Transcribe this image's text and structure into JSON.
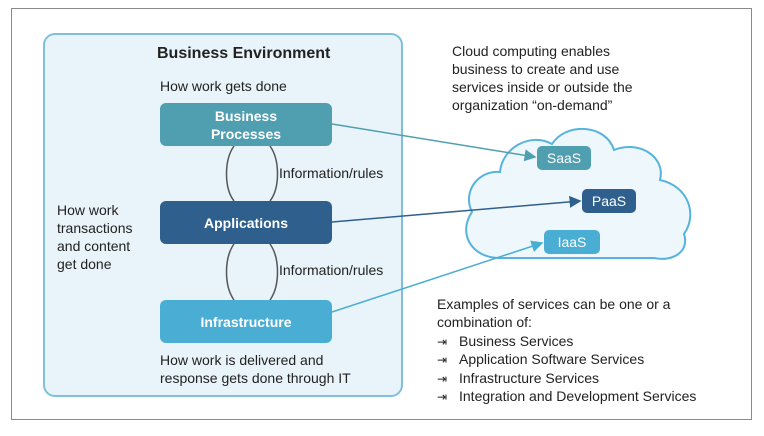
{
  "environment": {
    "title": "Business Environment",
    "top_caption": "How work gets done",
    "side_caption": [
      "How work",
      "transactions",
      "and content",
      "get done"
    ],
    "bottom_caption": [
      "How work is delivered and",
      "response gets done through IT"
    ],
    "connector_label_1": "Information/rules",
    "connector_label_2": "Information/rules"
  },
  "layers": {
    "business_processes": [
      "Business",
      "Processes"
    ],
    "applications": "Applications",
    "infrastructure": "Infrastructure"
  },
  "cloud": {
    "intro": [
      "Cloud computing enables",
      "business to create and use",
      "services inside or outside the",
      "organization “on-demand”"
    ],
    "services": {
      "saas": "SaaS",
      "paas": "PaaS",
      "iaas": "IaaS"
    }
  },
  "examples": {
    "intro": [
      "Examples of services can be one or a",
      "combination of:"
    ],
    "bullet_glyph": "⇥",
    "items": [
      "Business Services",
      "Application Software Services",
      "Infrastructure Services",
      "Integration and Development Services"
    ]
  },
  "colors": {
    "business_processes": "#4f9fb0",
    "applications": "#2f5f8c",
    "infrastructure": "#4aaed4",
    "environment_border": "#7fbfdc",
    "environment_fill": "#e8f4fa"
  }
}
